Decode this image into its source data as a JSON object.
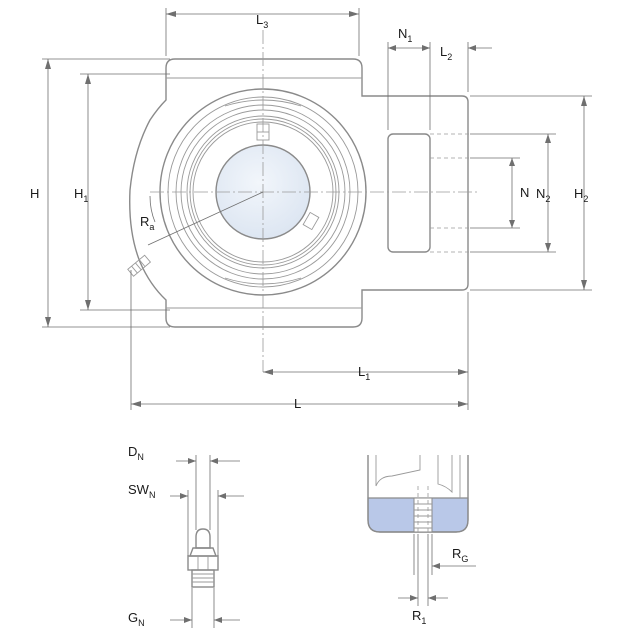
{
  "labels": {
    "L3": {
      "base": "L",
      "sub": "3"
    },
    "N1": {
      "base": "N",
      "sub": "1"
    },
    "L2": {
      "base": "L",
      "sub": "2"
    },
    "H": {
      "base": "H",
      "sub": ""
    },
    "H1": {
      "base": "H",
      "sub": "1"
    },
    "Ra": {
      "base": "R",
      "sub": "a"
    },
    "N": {
      "base": "N",
      "sub": ""
    },
    "N2": {
      "base": "N",
      "sub": "2"
    },
    "H2": {
      "base": "H",
      "sub": "2"
    },
    "L1": {
      "base": "L",
      "sub": "1"
    },
    "L": {
      "base": "L",
      "sub": ""
    },
    "DN": {
      "base": "D",
      "sub": "N"
    },
    "SWN": {
      "base": "SW",
      "sub": "N"
    },
    "GN": {
      "base": "G",
      "sub": "N"
    },
    "RG": {
      "base": "R",
      "sub": "G"
    },
    "R1": {
      "base": "R",
      "sub": "1"
    }
  },
  "colors": {
    "bore_fill": "#dde6f2",
    "thread_fill": "#b9c8e8",
    "line": "#8a8a8a",
    "dimension": "#6f6f6f"
  }
}
